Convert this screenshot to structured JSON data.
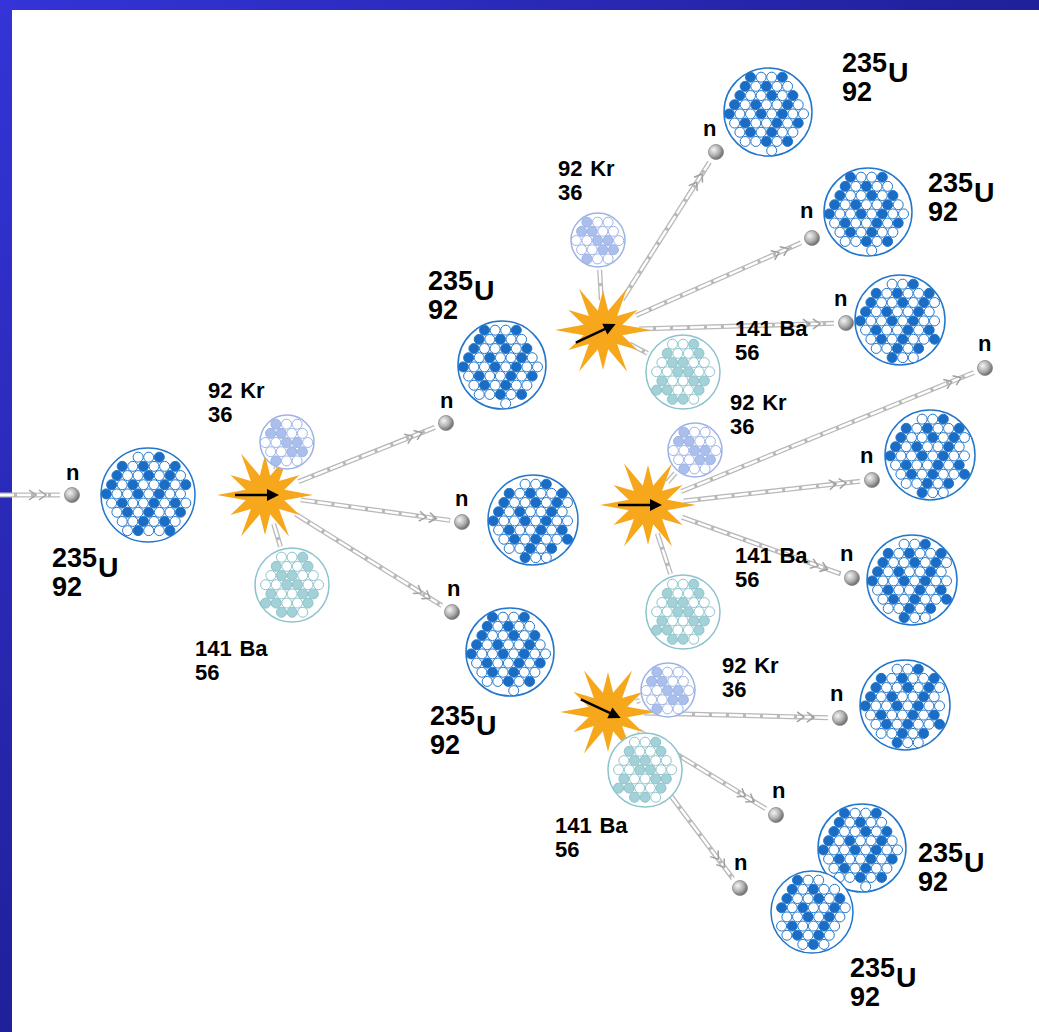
{
  "diagram": {
    "nodes": [
      {
        "text": [
          "n"
        ]
      },
      {
        "text": [
          "235",
          "U",
          "92"
        ]
      },
      {
        "text": [
          "92",
          "Kr",
          "36"
        ]
      },
      {
        "text": [
          "141",
          "Ba",
          "56"
        ]
      },
      {
        "text": [
          "n"
        ]
      },
      {
        "text": [
          "235",
          "U",
          "92"
        ]
      },
      {
        "text": [
          "n"
        ]
      },
      {
        "text": [
          "n"
        ]
      },
      {
        "text": [
          "235",
          "U",
          "92"
        ]
      },
      {
        "text": [
          "92",
          "Kr",
          "36"
        ]
      },
      {
        "text": [
          "141",
          "Ba",
          "56"
        ]
      },
      {
        "text": [
          "92",
          "Kr",
          "36"
        ]
      },
      {
        "text": [
          "141",
          "Ba",
          "56"
        ]
      },
      {
        "text": [
          "92",
          "Kr",
          "36"
        ]
      },
      {
        "text": [
          "141",
          "Ba",
          "56"
        ]
      },
      {
        "text": [
          "n"
        ]
      },
      {
        "text": [
          "235",
          "U",
          "92"
        ]
      },
      {
        "text": [
          "n"
        ]
      },
      {
        "text": [
          "235",
          "U",
          "92"
        ]
      },
      {
        "text": [
          "n"
        ]
      },
      {
        "text": [
          "n"
        ]
      },
      {
        "text": [
          "n"
        ]
      },
      {
        "text": [
          "n"
        ]
      },
      {
        "text": [
          "n"
        ]
      },
      {
        "text": [
          "n"
        ]
      },
      {
        "text": [
          "235",
          "U",
          "92"
        ]
      },
      {
        "text": [
          "n"
        ]
      },
      {
        "text": [
          "235",
          "U",
          "92"
        ]
      }
    ]
  }
}
